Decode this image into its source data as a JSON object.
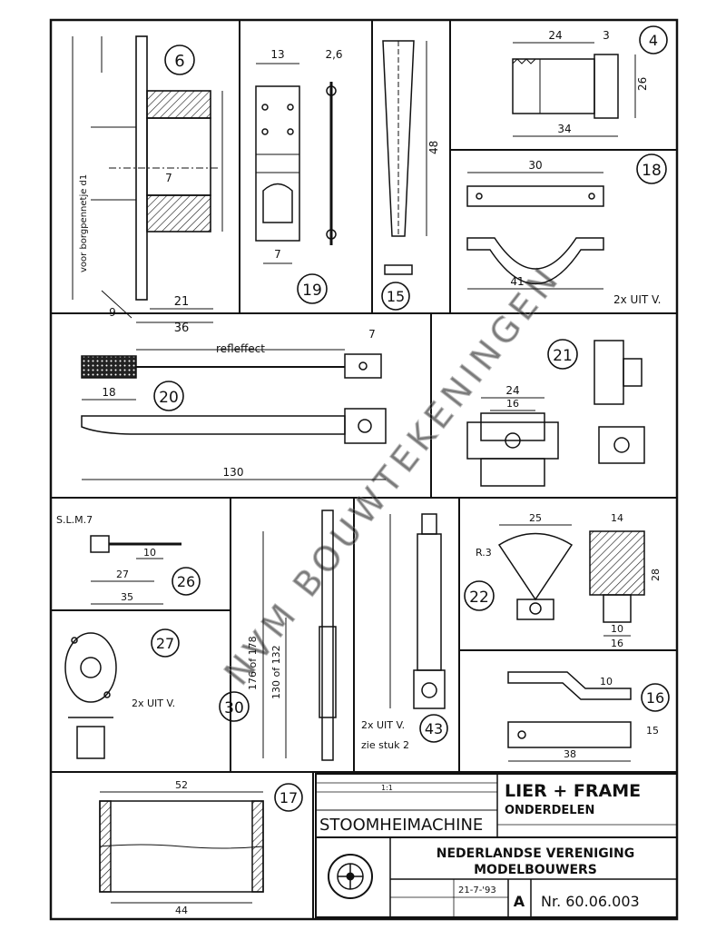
{
  "parts": {
    "p6": "6",
    "p19": "19",
    "p15": "15",
    "p4": "4",
    "p18": "18",
    "p20": "20",
    "p21": "21",
    "p26": "26",
    "p27": "27",
    "p30": "30",
    "p43": "43",
    "p22": "22",
    "p16": "16",
    "p17": "17"
  },
  "dims": {
    "d6_21": "21",
    "d6_36": "36",
    "d6_7": "7",
    "d6_q": "9",
    "d6_side": "voor borgpennetje d1",
    "d19_13": "13",
    "d19_7": "7",
    "d19_26": "2,6",
    "d15_48": "48",
    "d4_24": "24",
    "d4_34": "34",
    "d4_3": "3",
    "d4_26": "26",
    "d18_30": "30",
    "d18_41": "41",
    "d18_2x": "2x UIT V.",
    "d20_note": "refleffect",
    "d20_18": "18",
    "d20_130": "130",
    "d20_7": "7",
    "d21_24": "24",
    "d21_16": "16",
    "d26_slm": "S.L.M.7",
    "d26_27": "27",
    "d26_35": "35",
    "d26_10": "10",
    "d27_2x": "2x UIT V.",
    "d30_a": "176 of 178",
    "d30_b": "130 of 132",
    "d43_2x": "2x UIT V.",
    "d43_note": "zie stuk 2",
    "d22_25": "25",
    "d22_r": "R.3",
    "d22_14": "14",
    "d22_10": "10",
    "d22_16": "16",
    "d22_28": "28",
    "d16_10": "10",
    "d16_38": "38",
    "d16_15": "15",
    "d17_52": "52",
    "d17_44": "44"
  },
  "title_block": {
    "subject_line1": "LIER + FRAME",
    "subject_line2": "ONDERDELEN",
    "machine": "STOOMHEIMACHINE",
    "org_line1": "NEDERLANDSE VERENIGING",
    "org_line2": "MODELBOUWERS",
    "sheet_size": "A",
    "drawing_number": "Nr. 60.06.003",
    "scale_small": "1:1",
    "date_small": "21-7-'93"
  },
  "watermark": "NVM BOUWTEKENINGEN"
}
